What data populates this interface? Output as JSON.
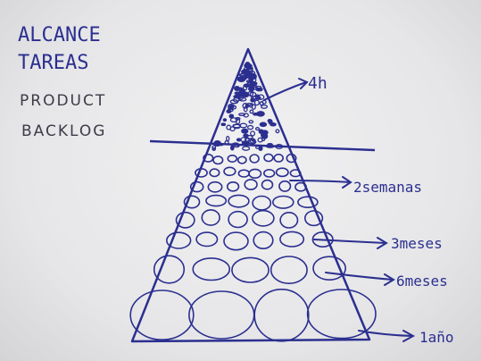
{
  "diagram": {
    "title_lines": [
      "ALCANCE",
      "TAREAS"
    ],
    "subtitle_lines": [
      "PRODUCT",
      "BACKLOG"
    ],
    "levels": [
      {
        "label": "4h"
      },
      {
        "label": "2semanas"
      },
      {
        "label": "3meses"
      },
      {
        "label": "6meses"
      },
      {
        "label": "1año"
      }
    ]
  },
  "colors": {
    "ink": "#2b2f8f",
    "pencil": "#3c3c49",
    "paper": "#ececee"
  }
}
